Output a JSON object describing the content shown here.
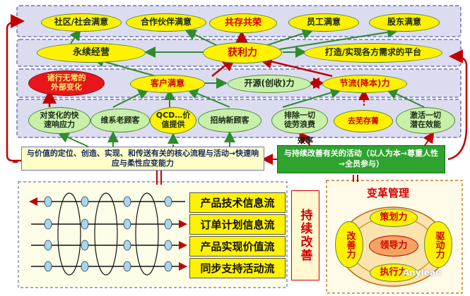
{
  "row1": [
    "社区/社会满意",
    "合作伙伴满意",
    "共存共荣",
    "员工满意",
    "股东满意"
  ],
  "row2": {
    "left": "永续经营",
    "center": "获利力",
    "right": "打造/实现各方需求的平台"
  },
  "row3": {
    "red": "诸行无常的外部变化",
    "customer": "客户满意",
    "revenue": "开源(创收)力",
    "cost": "节流(降本)力"
  },
  "row4": {
    "respond": "对变化的快速响应力",
    "maintain": "维系老顾客",
    "qcd": "QCD…价值提供",
    "recruit": "招纳新顾客",
    "eliminate": "排除一切徒劳浪费",
    "remove": "去芜存菁",
    "stimulate": "激活一切潜在效能"
  },
  "labels": {
    "efficiency": "效率",
    "continuous": "持续改善",
    "change_mgmt": "变革管理",
    "watermark": "Anylean"
  },
  "boxes": {
    "left": "与价值的定位、创造、实现、和传送有关的核心流程与活动→快速响应与柔性应变能力",
    "right": "与持续改善有关的活动（以人为本→尊重人性→全员参与）"
  },
  "flows": [
    "产品技术信息流",
    "订单计划信息流",
    "产品实现价值流",
    "同步支持活动流"
  ],
  "change": {
    "plan": "策划力",
    "improve": "改善力",
    "lead": "领导力",
    "drive": "驱动力",
    "execute": "执行力"
  },
  "colors": {
    "band_fill": "#dcdcf0",
    "yellow": "#fff200",
    "green": "#c9f0a8",
    "red": "#e8151b",
    "arrow_red": "#c00000",
    "arrow_green": "#2e8b2e"
  }
}
